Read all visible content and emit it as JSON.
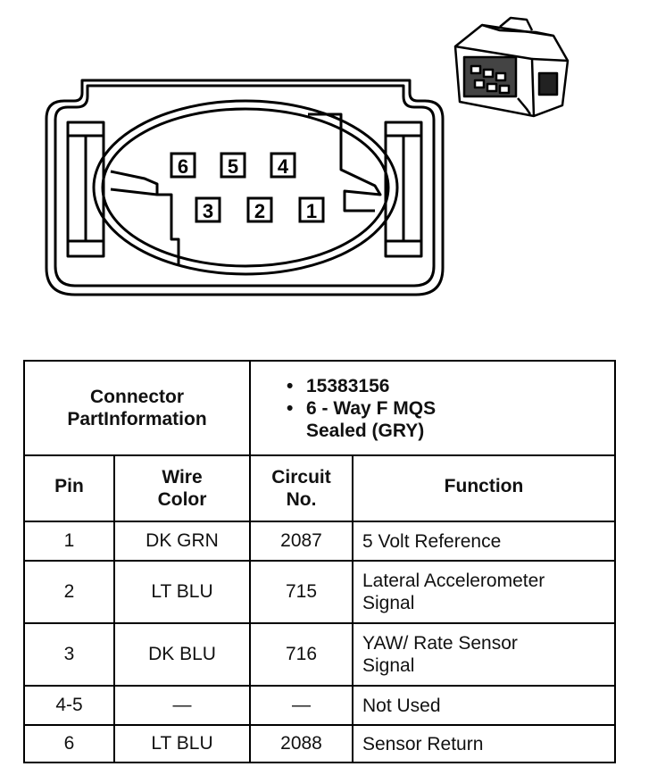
{
  "connector": {
    "top_row_pins": [
      "6",
      "5",
      "4"
    ],
    "bottom_row_pins": [
      "3",
      "2",
      "1"
    ]
  },
  "table": {
    "part_info_label_line1": "Connector",
    "part_info_label_line2": "PartInformation",
    "part_numbers": [
      "15383156",
      "6 - Way F MQS",
      "Sealed (GRY)"
    ],
    "headers": {
      "pin": "Pin",
      "wire_color_line1": "Wire",
      "wire_color_line2": "Color",
      "circuit_line1": "Circuit",
      "circuit_line2": "No.",
      "function": "Function"
    },
    "rows": [
      {
        "pin": "1",
        "wire": "DK GRN",
        "circuit": "2087",
        "function_line1": "5 Volt Reference",
        "function_line2": ""
      },
      {
        "pin": "2",
        "wire": "LT BLU",
        "circuit": "715",
        "function_line1": "Lateral Accelerometer",
        "function_line2": "Signal"
      },
      {
        "pin": "3",
        "wire": "DK BLU",
        "circuit": "716",
        "function_line1": "YAW/ Rate Sensor",
        "function_line2": "Signal"
      },
      {
        "pin": "4-5",
        "wire": "—",
        "circuit": "—",
        "function_line1": "Not Used",
        "function_line2": ""
      },
      {
        "pin": "6",
        "wire": "LT BLU",
        "circuit": "2088",
        "function_line1": "Sensor Return",
        "function_line2": ""
      }
    ]
  }
}
